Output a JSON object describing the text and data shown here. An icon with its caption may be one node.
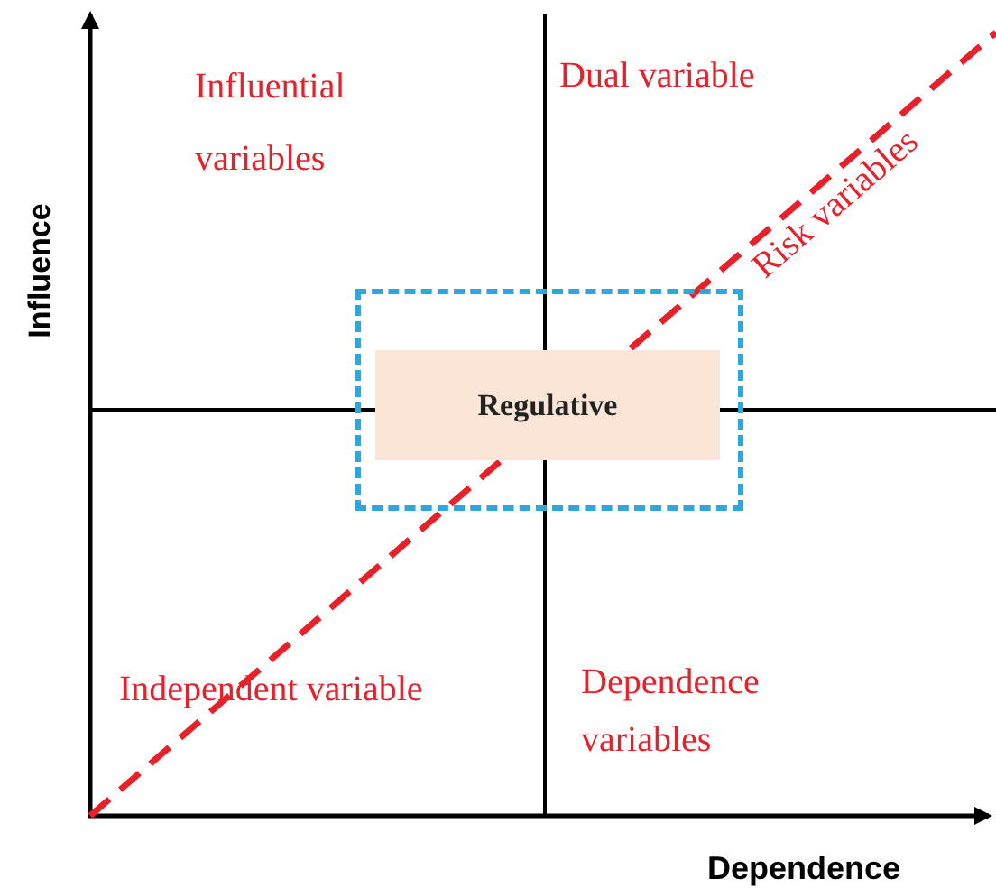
{
  "diagram": {
    "nodes": [
      {
        "text": [],
        "shape": "box"
      },
      {
        "text": [
          "Regulative"
        ],
        "in": 0
      }
    ],
    "labels": [
      "Influential variables",
      "Dual variable",
      "Risk variables",
      "Influence",
      "Independent variable",
      "Dependence variables",
      "Dependence"
    ]
  }
}
